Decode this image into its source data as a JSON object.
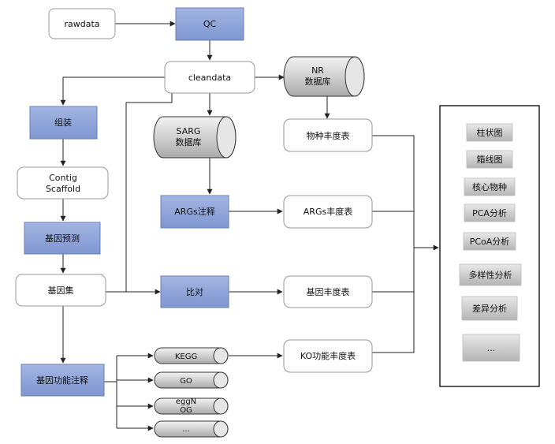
{
  "nodes": {
    "rawdata": "rawdata",
    "qc": "QC",
    "cleandata": "cleandata",
    "nr_line1": "NR",
    "nr_line2": "数据库",
    "species_table": "物种丰度表",
    "assembly": "组装",
    "sarg_line1": "SARG",
    "sarg_line2": "数据库",
    "contig_line1": "Contig",
    "contig_line2": "Scaffold",
    "args_annotation": "ARGs注释",
    "args_table": "ARGs丰度表",
    "gene_prediction": "基因预测",
    "gene_set": "基因集",
    "alignment": "比对",
    "gene_table": "基因丰度表",
    "function_annotation": "基因功能注释",
    "kegg": "KEGG",
    "go": "GO",
    "eggnog_line1": "eggN",
    "eggnog_line2": "OG",
    "more_db": "...",
    "ko_table": "KO功能丰度表"
  },
  "analysis_panel": {
    "items": [
      "柱状图",
      "箱线图",
      "核心物种",
      "PCA分析",
      "PCoA分析",
      "多样性分析",
      "差异分析",
      "..."
    ]
  },
  "colors": {
    "process_fill": "#8fa4d8",
    "process_stroke": "#6a7fb8",
    "db_fill": "#d3d3d3",
    "analysis_fill": "#c8c8c8",
    "line": "#222222"
  }
}
